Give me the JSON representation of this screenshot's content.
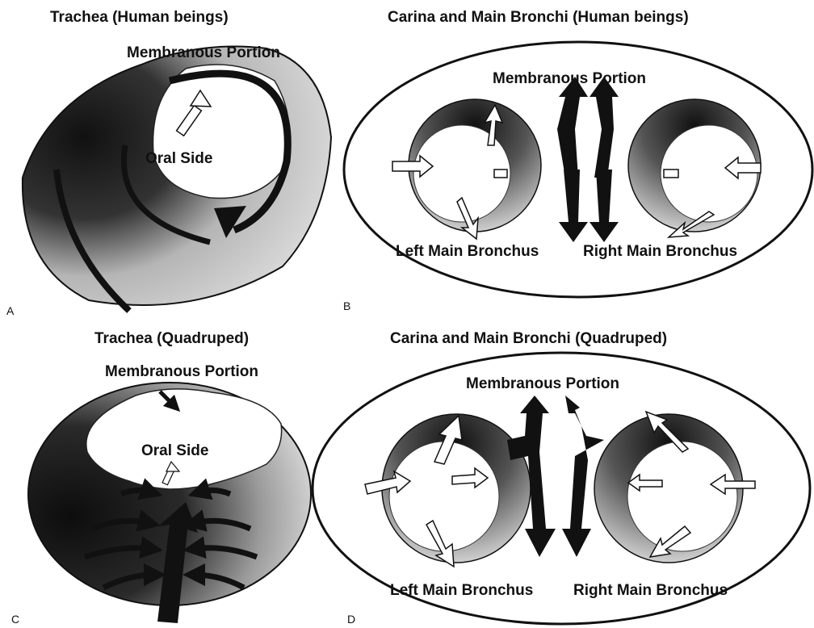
{
  "panels": {
    "a": {
      "letter": "A",
      "title": "Trachea (Human beings)",
      "membranous": "Membranous Portion",
      "oral": "Oral Side"
    },
    "b": {
      "letter": "B",
      "title": "Carina and Main Bronchi (Human beings)",
      "membranous": "Membranous Portion",
      "left": "Left Main Bronchus",
      "right": "Right Main Bronchus"
    },
    "c": {
      "letter": "C",
      "title": "Trachea (Quadruped)",
      "membranous": "Membranous Portion",
      "oral": "Oral Side"
    },
    "d": {
      "letter": "D",
      "title": "Carina and Main Bronchi (Quadruped)",
      "membranous": "Membranous Portion",
      "left": "Left Main Bronchus",
      "right": "Right Main Bronchus"
    }
  },
  "colors": {
    "ink": "#111111",
    "dark_wall": "#1a1a1a",
    "mid_wall": "#8a8a8a",
    "light_wall": "#d9d9d9",
    "lumen": "#ffffff"
  }
}
